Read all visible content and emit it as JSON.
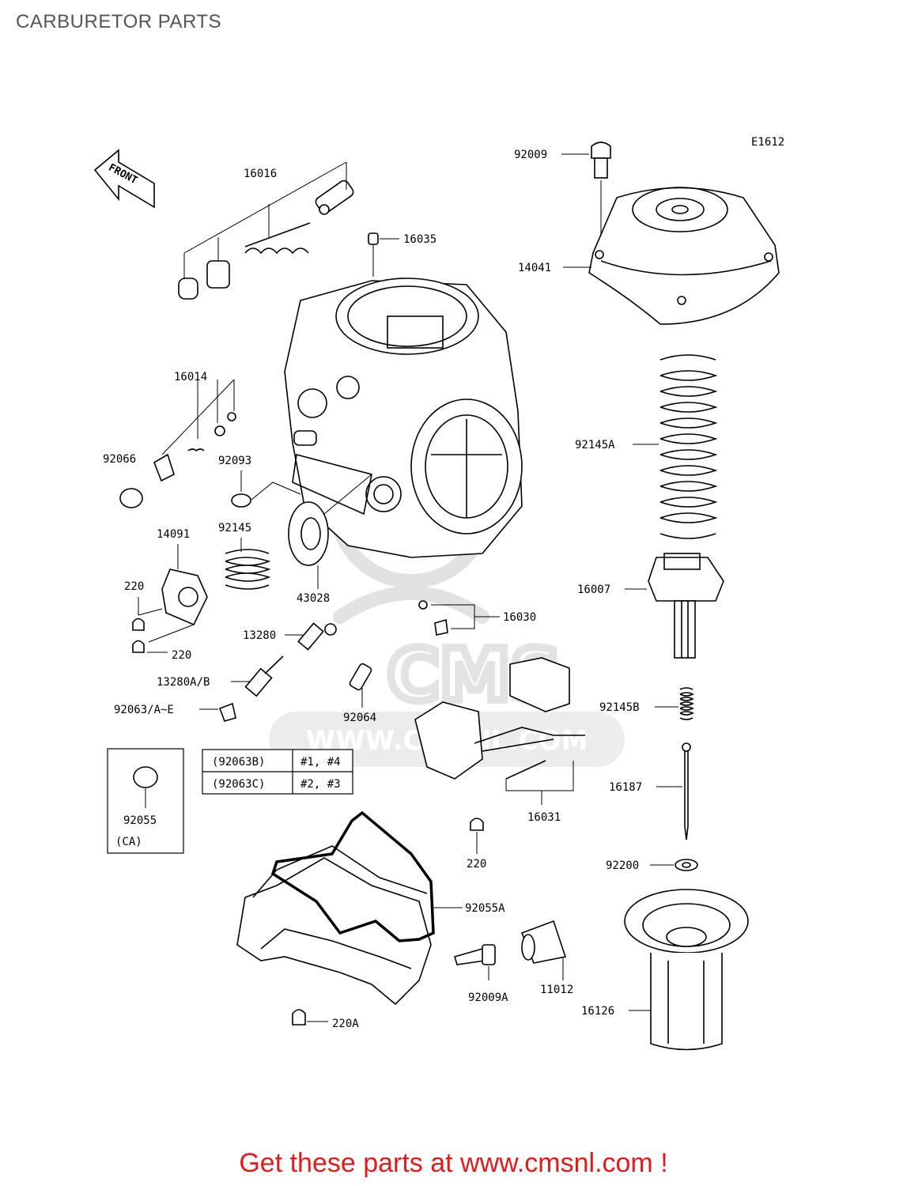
{
  "page_title": "CARBURETOR PARTS",
  "diagram_code": "E1612",
  "front_label": "FRONT",
  "part_labels": [
    {
      "id": "16016",
      "text": "16016"
    },
    {
      "id": "16035",
      "text": "16035"
    },
    {
      "id": "92009",
      "text": "92009"
    },
    {
      "id": "14041",
      "text": "14041"
    },
    {
      "id": "16014",
      "text": "16014"
    },
    {
      "id": "92066",
      "text": "92066"
    },
    {
      "id": "92093",
      "text": "92093"
    },
    {
      "id": "92145A",
      "text": "92145A"
    },
    {
      "id": "14091",
      "text": "14091"
    },
    {
      "id": "92145",
      "text": "92145"
    },
    {
      "id": "220-top",
      "text": "220"
    },
    {
      "id": "43028",
      "text": "43028"
    },
    {
      "id": "16007",
      "text": "16007"
    },
    {
      "id": "16030",
      "text": "16030"
    },
    {
      "id": "13280",
      "text": "13280"
    },
    {
      "id": "220-mid",
      "text": "220"
    },
    {
      "id": "13280AB",
      "text": "13280A/B"
    },
    {
      "id": "92063AE",
      "text": "92063/A~E"
    },
    {
      "id": "92064",
      "text": "92064"
    },
    {
      "id": "92145B",
      "text": "92145B"
    },
    {
      "id": "16187",
      "text": "16187"
    },
    {
      "id": "92055",
      "text": "92055"
    },
    {
      "id": "CA",
      "text": "(CA)"
    },
    {
      "id": "16031",
      "text": "16031"
    },
    {
      "id": "220-low",
      "text": "220"
    },
    {
      "id": "92200",
      "text": "92200"
    },
    {
      "id": "92055A",
      "text": "92055A"
    },
    {
      "id": "92009A",
      "text": "92009A"
    },
    {
      "id": "11012",
      "text": "11012"
    },
    {
      "id": "16126",
      "text": "16126"
    },
    {
      "id": "220A",
      "text": "220A"
    }
  ],
  "spec_table": {
    "rows": [
      {
        "part": "(92063B)",
        "cylinders": "#1, #4"
      },
      {
        "part": "(92063C)",
        "cylinders": "#2, #3"
      }
    ]
  },
  "cta": {
    "text": "Get these parts at www.cmsnl.com !",
    "color": "#e31a1a"
  },
  "watermark_text": "WWW.CMSNL.COM"
}
